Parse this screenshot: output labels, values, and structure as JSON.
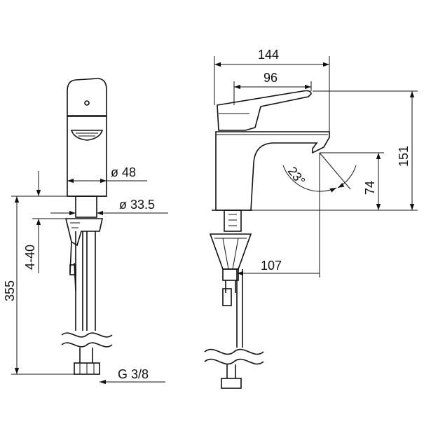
{
  "drawing": {
    "dimensions": {
      "width_total": "144",
      "width_lever": "96",
      "height_total": "151",
      "height_spout": "74",
      "spout_angle": "23°",
      "reach": "107",
      "body_diameter": "ø 48",
      "shank_diameter": "ø 33.5",
      "deck_thickness": "4-40",
      "hose_length": "355",
      "connection_thread": "G 3/8"
    }
  }
}
